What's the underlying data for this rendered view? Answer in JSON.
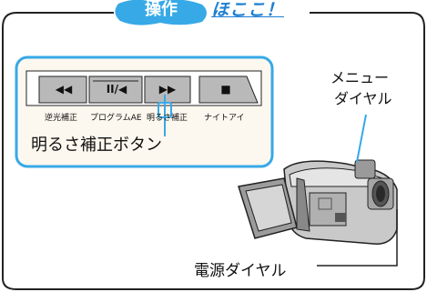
{
  "heading": {
    "main": "操作",
    "sub": "ほここ！"
  },
  "buttons": [
    {
      "label": "逆光補正",
      "glyph": "◀◀"
    },
    {
      "label": "プログラムAE",
      "glyph": "II/◀"
    },
    {
      "label": "明るさ補正",
      "glyph": "▶▶"
    },
    {
      "label": "ナイトアイ",
      "glyph": "■"
    }
  ],
  "callouts": {
    "brightness_button": "明るさ補正ボタン",
    "menu_dial_line1": "メニュー",
    "menu_dial_line2": "ダイヤル",
    "power_dial": "電源ダイヤル"
  },
  "colors": {
    "accent": "#37a9e6",
    "panel_fill": "#fdf8ef",
    "button_gray": "#b9b9b9"
  }
}
